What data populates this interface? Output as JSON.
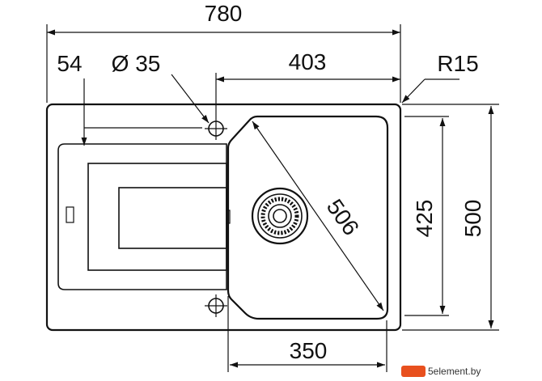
{
  "dimensions": {
    "overall_width": "780",
    "left_offset": "54",
    "hole_diameter": "Ø 35",
    "bowl_width_top": "403",
    "corner_radius": "R15",
    "diagonal": "506",
    "bowl_height": "425",
    "overall_height": "500",
    "bowl_width_bottom": "350"
  },
  "watermark": {
    "site": "5element.by",
    "brand_color": "#e8501e"
  }
}
